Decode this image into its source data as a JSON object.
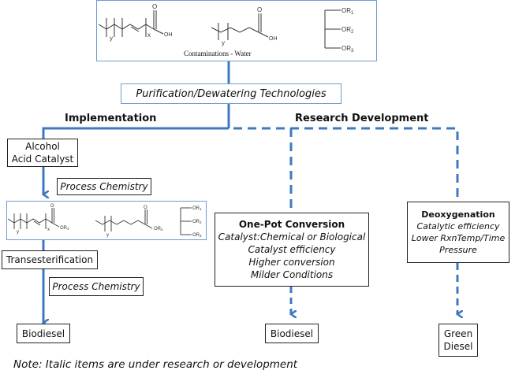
{
  "top_box": {
    "caption": "Contaminations - Water",
    "molecules": {
      "unsat_acid": {
        "oh": "OH",
        "o": "O",
        "sub_y": "y",
        "sub_x": "x"
      },
      "sat_acid": {
        "oh": "OH",
        "o": "O",
        "sub_y": "y"
      },
      "triglyceride": {
        "or1": "OR",
        "or2": "OR",
        "or3": "OR",
        "n1": "1",
        "n2": "2",
        "n3": "3"
      }
    }
  },
  "purification": {
    "label": "Purification/Dewatering Technologies"
  },
  "branches": {
    "implementation": "Implementation",
    "research": "Research Development"
  },
  "implementation": {
    "alcohol_box": {
      "line1": "Alcohol",
      "line2": "Acid Catalyst"
    },
    "process_chem_1": "Process Chemistry",
    "ester_box": {
      "unsat_ester": {
        "or": "OR",
        "n": "4",
        "o": "O",
        "sub_y": "y",
        "sub_x": "x"
      },
      "sat_ester": {
        "or": "OR",
        "n": "4",
        "o": "O",
        "sub_y": "y"
      },
      "triglyceride": {
        "or1": "OR",
        "or2": "OR",
        "or3": "OR",
        "n1": "1",
        "n2": "2",
        "n3": "3"
      }
    },
    "transesterification": "Transesterification",
    "process_chem_2": "Process Chemistry",
    "output": "Biodiesel"
  },
  "one_pot": {
    "title": "One-Pot Conversion",
    "items": [
      "Catalyst:Chemical or Biological",
      "Catalyst efficiency",
      "Higher conversion",
      "Milder Conditions"
    ],
    "output": "Biodiesel"
  },
  "deoxygenation": {
    "title": "Deoxygenation",
    "items": [
      "Catalytic efficiency",
      "Lower RxnTemp/Time",
      "Pressure"
    ],
    "output_line1": "Green",
    "output_line2": "Diesel"
  },
  "note": "Note: Italic items are under research or development",
  "colors": {
    "flow_line": "#3f78c0",
    "molecule_box_border": "#6f9bd1",
    "box_border": "#222222"
  }
}
